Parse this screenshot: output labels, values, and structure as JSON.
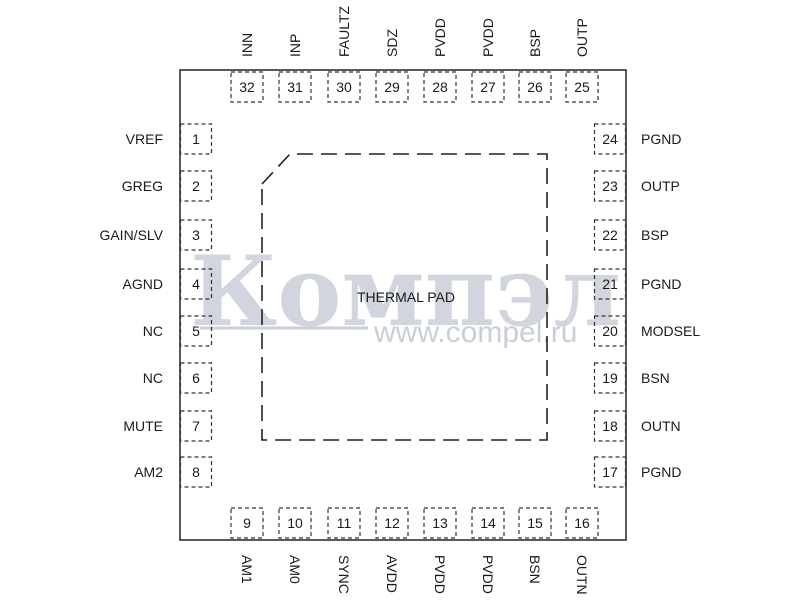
{
  "watermark": {
    "brand": "Компэл",
    "url": "www.compel.ru"
  },
  "thermal_pad_label": "THERMAL PAD",
  "pins": {
    "left": [
      {
        "num": "1",
        "name": "VREF"
      },
      {
        "num": "2",
        "name": "GREG"
      },
      {
        "num": "3",
        "name": "GAIN/SLV"
      },
      {
        "num": "4",
        "name": "AGND"
      },
      {
        "num": "5",
        "name": "NC"
      },
      {
        "num": "6",
        "name": "NC"
      },
      {
        "num": "7",
        "name": "MUTE"
      },
      {
        "num": "8",
        "name": "AM2"
      }
    ],
    "bottom": [
      {
        "num": "9",
        "name": "AM1"
      },
      {
        "num": "10",
        "name": "AM0"
      },
      {
        "num": "11",
        "name": "SYNC"
      },
      {
        "num": "12",
        "name": "AVDD"
      },
      {
        "num": "13",
        "name": "PVDD"
      },
      {
        "num": "14",
        "name": "PVDD"
      },
      {
        "num": "15",
        "name": "BSN"
      },
      {
        "num": "16",
        "name": "OUTN"
      }
    ],
    "right": [
      {
        "num": "17",
        "name": "PGND"
      },
      {
        "num": "18",
        "name": "OUTN"
      },
      {
        "num": "19",
        "name": "BSN"
      },
      {
        "num": "20",
        "name": "MODSEL"
      },
      {
        "num": "21",
        "name": "PGND"
      },
      {
        "num": "22",
        "name": "BSP"
      },
      {
        "num": "23",
        "name": "OUTP"
      },
      {
        "num": "24",
        "name": "PGND"
      }
    ],
    "top": [
      {
        "num": "25",
        "name": "OUTP"
      },
      {
        "num": "26",
        "name": "BSP"
      },
      {
        "num": "27",
        "name": "PVDD"
      },
      {
        "num": "28",
        "name": "PVDD"
      },
      {
        "num": "29",
        "name": "SDZ"
      },
      {
        "num": "30",
        "name": "FAULTZ"
      },
      {
        "num": "31",
        "name": "INP"
      },
      {
        "num": "32",
        "name": "INN"
      }
    ]
  }
}
